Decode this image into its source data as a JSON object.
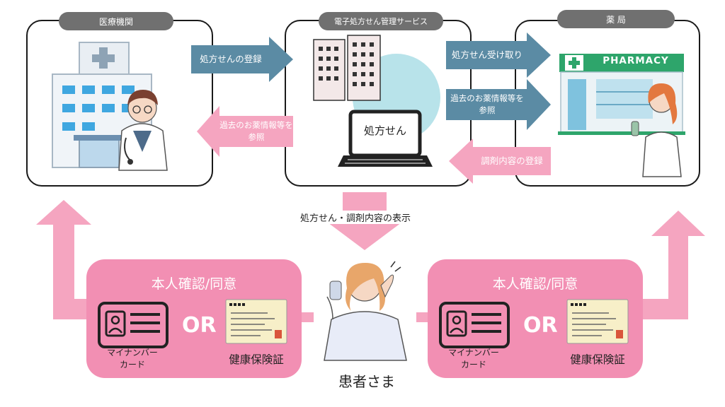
{
  "panels": {
    "hospital": {
      "label": "医療機関"
    },
    "service": {
      "label": "電子処方せん管理サービス",
      "laptop_text": "処方せん"
    },
    "pharmacy": {
      "label": "薬 局",
      "sign": "PHARMACY"
    }
  },
  "arrows": {
    "register_prescription": "処方せんの登録",
    "receive_prescription": "処方せん受け取り",
    "pharmacy_history_l1": "過去のお薬情報等を",
    "pharmacy_history_l2": "参照",
    "hospital_history_l1": "過去のお薬情報等を",
    "hospital_history_l2": "参照",
    "register_dispensing": "調剤内容の登録",
    "display": "処方せん・調剤内容の表示"
  },
  "consent": {
    "left": {
      "title": "本人確認/同意",
      "or": "OR",
      "card_l1": "マイナンバー",
      "card_l2": "カード",
      "insurance": "健康保険証"
    },
    "right": {
      "title": "本人確認/同意",
      "or": "OR",
      "card_l1": "マイナンバー",
      "card_l2": "カード",
      "insurance": "健康保険証"
    }
  },
  "patient": {
    "label": "患者さま"
  },
  "colors": {
    "blue_arrow": "#5b8ba4",
    "pink_arrow": "#f5a5c0",
    "pink_box": "#f28fb3",
    "pill": "#707070"
  }
}
